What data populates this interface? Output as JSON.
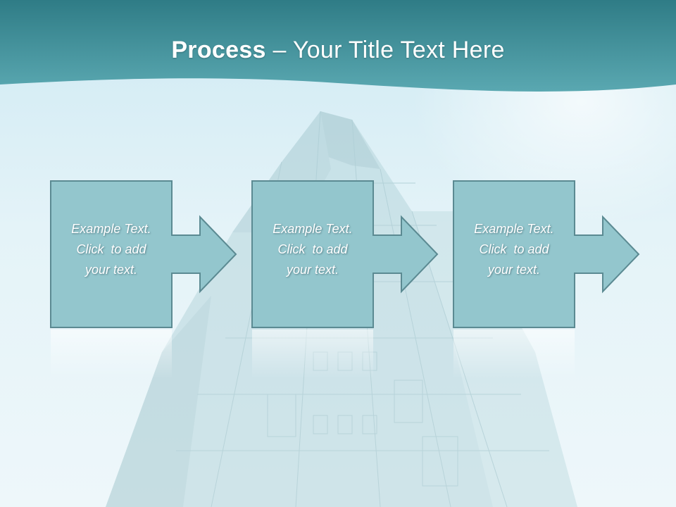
{
  "slide": {
    "title_bold": "Process",
    "title_rest": " – Your Title Text Here",
    "colors": {
      "header_band": "#3f8d96",
      "box_fill": "#93c6cd",
      "box_border": "#5b8a92",
      "background": "#d9eff6"
    }
  },
  "process": {
    "steps": [
      {
        "line1": "Example Text.",
        "line2": "Click  to add",
        "line3": "your text."
      },
      {
        "line1": "Example Text.",
        "line2": "Click  to add",
        "line3": "your text."
      },
      {
        "line1": "Example Text.",
        "line2": "Click  to add",
        "line3": "your text."
      }
    ]
  }
}
